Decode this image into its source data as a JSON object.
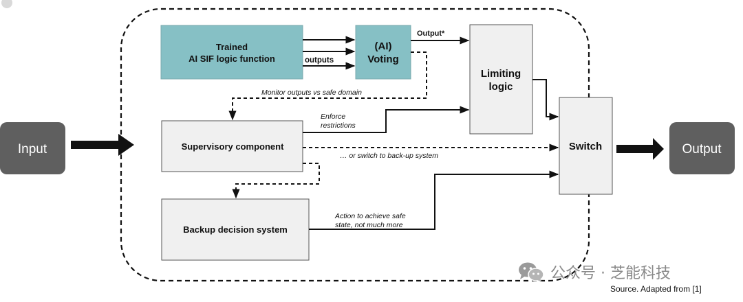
{
  "terminals": {
    "input": "Input",
    "output": "Output"
  },
  "boxes": {
    "trained_line1": "Trained",
    "trained_line2": "AI SIF logic function",
    "voting_line1": "(AI)",
    "voting_line2": "Voting",
    "limiting_line1": "Limiting",
    "limiting_line2": "logic",
    "supervisory": "Supervisory component",
    "switch": "Switch",
    "backup": "Backup decision system"
  },
  "labels": {
    "outputs": "outputs",
    "output_star": "Output*",
    "monitor": "Monitor outputs vs safe domain",
    "enforce_line1": "Enforce",
    "enforce_line2": "restrictions",
    "switch_backup": "… or switch to back-up system",
    "action_line1": "Action to achieve safe",
    "action_line2": "state, not much more"
  },
  "watermark": "公众号 · 芝能科技",
  "source": "Source. Adapted from [1]",
  "colors": {
    "ai_fill": "#86c0c5",
    "box_fill": "#f0f0f0",
    "terminal_fill": "#5f5f5f",
    "line": "#111111"
  }
}
